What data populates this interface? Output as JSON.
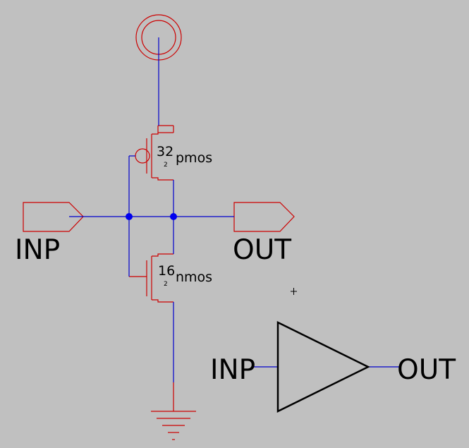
{
  "colors": {
    "background": "#c0c0c0",
    "symbol": "#cc0000",
    "wire": "#0000cc",
    "junction": "#0000ee",
    "text": "#000000"
  },
  "schematic": {
    "pmos": {
      "width": "32",
      "length": "2",
      "model": "pmos"
    },
    "nmos": {
      "width": "16",
      "length": "2",
      "model": "nmos"
    },
    "input_pin": "INP",
    "output_pin": "OUT",
    "supply_icon": "vdd-supply-icon",
    "ground_icon": "ground-icon"
  },
  "symbol": {
    "input_label": "INP",
    "output_label": "OUT",
    "shape_icon": "buffer-triangle-icon"
  }
}
